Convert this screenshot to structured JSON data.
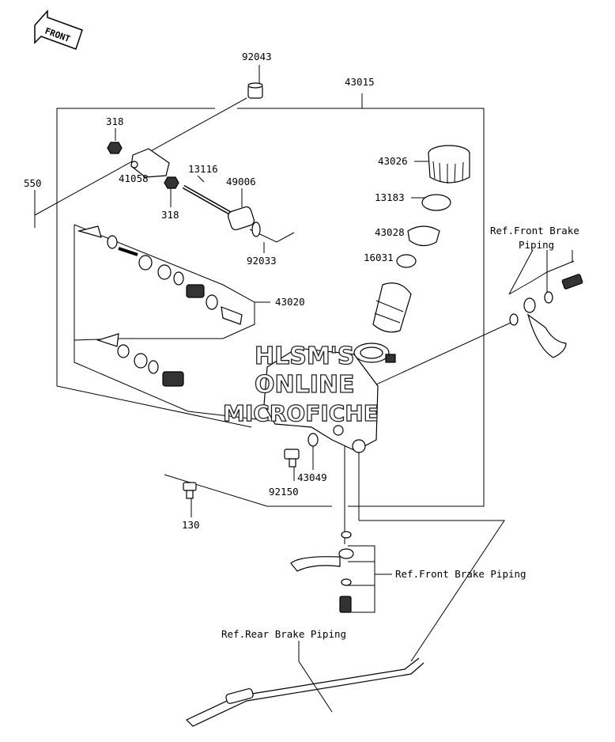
{
  "front_arrow": {
    "text": "FRONT"
  },
  "labels": {
    "p92043": "92043",
    "p43015": "43015",
    "p318a": "318",
    "p550": "550",
    "p41058": "41058",
    "p318b": "318",
    "p13116": "13116",
    "p49006": "49006",
    "p92033": "92033",
    "p43026": "43026",
    "p13183": "13183",
    "p43028": "43028",
    "p16031": "16031",
    "p43020": "43020",
    "p92150": "92150",
    "p43049": "43049",
    "p130": "130",
    "ref_front_top_1": "Ref.Front Brake",
    "ref_front_top_2": "Piping",
    "ref_front_mid": "Ref.Front Brake Piping",
    "ref_rear": "Ref.Rear Brake Piping"
  },
  "watermark": {
    "line1": "HLSM'S",
    "line2": "ONLINE",
    "line3": "MICROFICHE"
  }
}
